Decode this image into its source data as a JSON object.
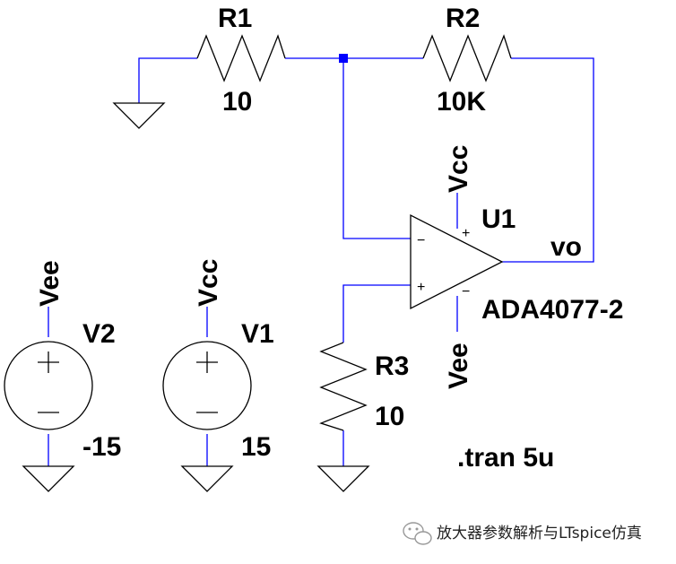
{
  "components": {
    "r1": {
      "ref": "R1",
      "value": "10"
    },
    "r2": {
      "ref": "R2",
      "value": "10K"
    },
    "r3": {
      "ref": "R3",
      "value": "10"
    },
    "u1": {
      "ref": "U1",
      "part": "ADA4077-2"
    },
    "v1": {
      "ref": "V1",
      "value": "15"
    },
    "v2": {
      "ref": "V2",
      "value": "-15"
    }
  },
  "nets": {
    "vcc": "Vcc",
    "vee": "Vee",
    "output": "vo"
  },
  "directive": ".tran 5u",
  "watermark": "放大器参数解析与LTspice仿真",
  "pin_signs": {
    "plus": "+",
    "minus": "−"
  },
  "colors": {
    "wire": "#0000ff",
    "component": "#000000",
    "background": "#ffffff"
  }
}
